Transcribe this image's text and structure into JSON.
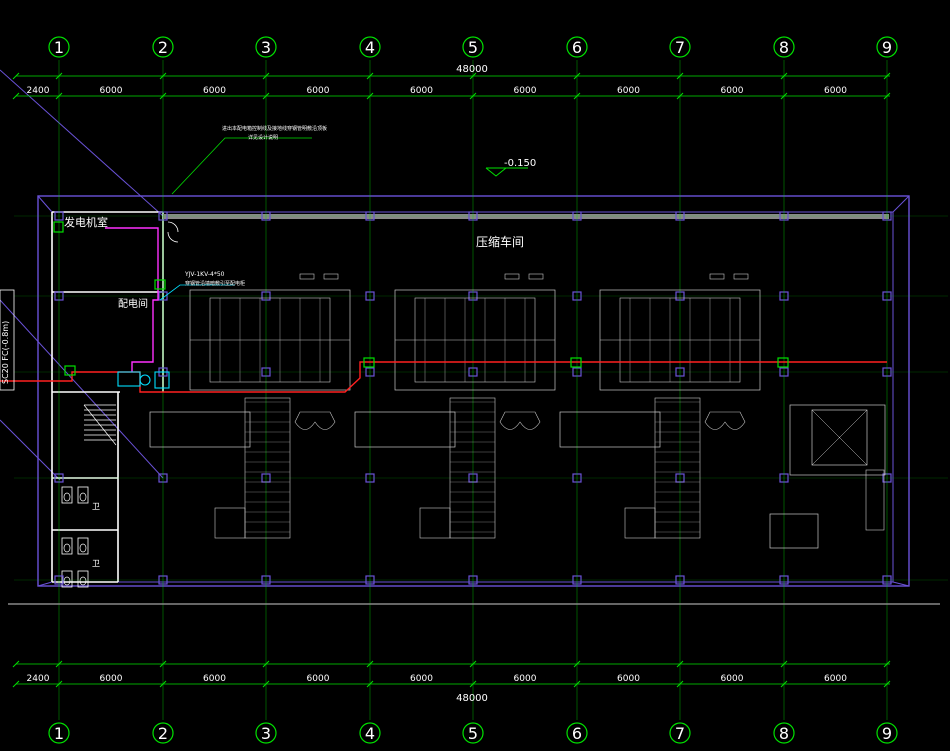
{
  "colors": {
    "background": "#000000",
    "axis": "#00e000",
    "wall": "#6a52d8",
    "inner_wall": "#ffffff",
    "equipment": "#c8c8c8",
    "cable_red": "#ff2020",
    "cable_magenta": "#ff30ff",
    "cyan": "#00e0ff",
    "text": "#ffffff"
  },
  "axes": {
    "labels": [
      "1",
      "2",
      "3",
      "4",
      "5",
      "6",
      "7",
      "8",
      "9"
    ],
    "left_offset_label": "2400",
    "bay_dimension_label": "6000",
    "total_dimension_label": "48000"
  },
  "rooms": {
    "generator_room": "发电机室",
    "switch_room": "配电间",
    "compressor_hall": "压缩车间",
    "toilet_1": "卫",
    "toilet_2": "卫"
  },
  "annotations": {
    "elevation": "-0.150",
    "cable_note": "YJV-1KV-4*50",
    "cable_note_sub": "穿钢管沿墙暗敷引至配电柜",
    "leader_note_1": "进出本配电箱控制线及接地线穿钢管明敷沿顶板",
    "leader_note_2": "详见设计说明",
    "side_label": "SC20 FC(-0.8m)"
  }
}
